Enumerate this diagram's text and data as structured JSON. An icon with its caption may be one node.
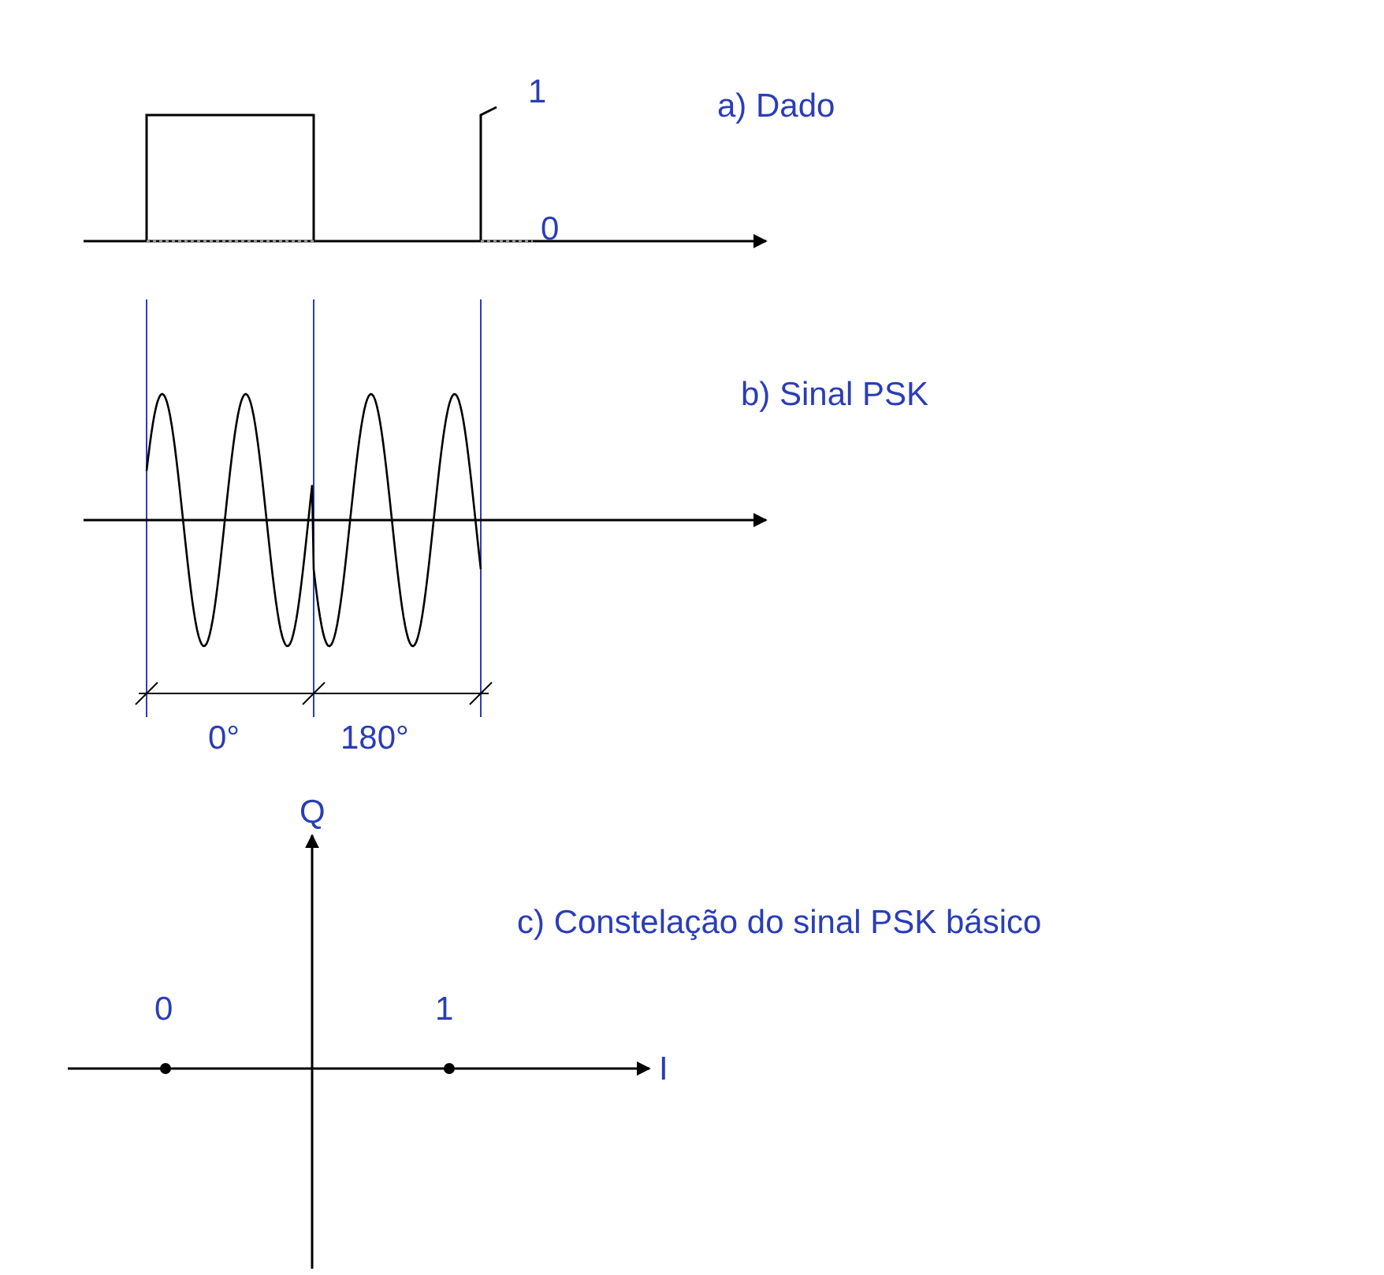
{
  "diagram": {
    "labels": [
      "1",
      "a) Dado",
      "0",
      "b) Sinal PSK",
      "0°",
      "180°",
      "Q",
      "c) Constelação do sinal PSK básico",
      "0",
      "1",
      "I"
    ]
  }
}
